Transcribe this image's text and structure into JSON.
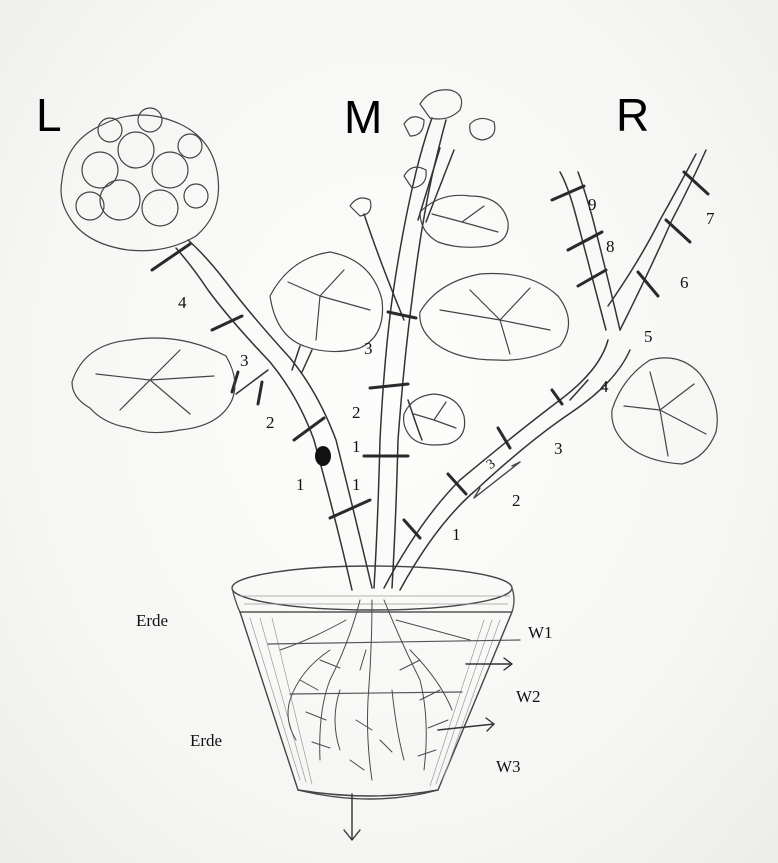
{
  "stems": {
    "left": "L",
    "middle": "M",
    "right": "R"
  },
  "left_segments": [
    "1",
    "2",
    "3",
    "4"
  ],
  "middle_segments": [
    "1",
    "2",
    "3"
  ],
  "middle_inner_label": "1",
  "right_segments": [
    "1",
    "2",
    "3",
    "4",
    "5",
    "6",
    "7",
    "8",
    "9"
  ],
  "arrow_span_label": "3",
  "soil_labels": [
    "Erde",
    "Erde"
  ],
  "root_zones": [
    "W1",
    "W2",
    "W3"
  ]
}
